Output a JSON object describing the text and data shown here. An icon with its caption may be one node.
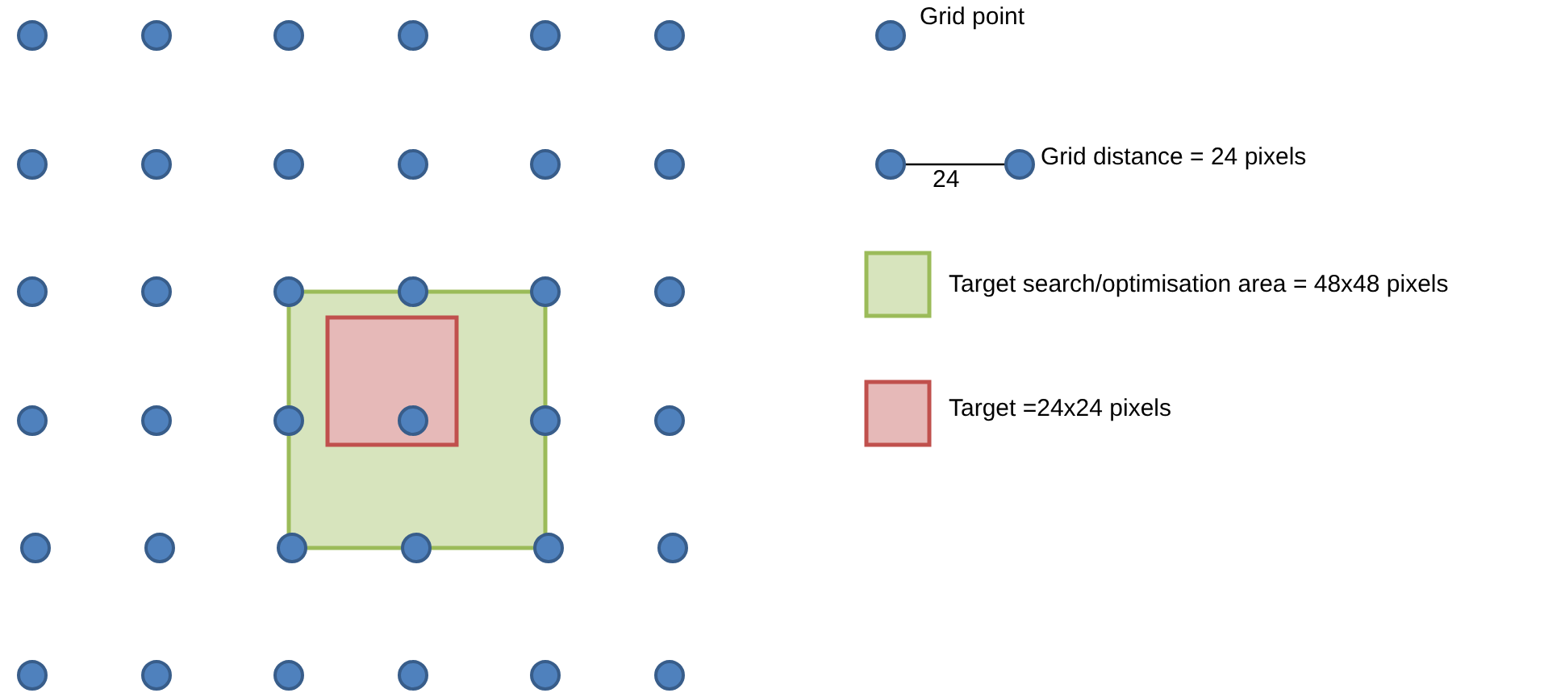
{
  "diagram": {
    "labels": [
      "24"
    ],
    "legend": [
      {
        "text": "Grid point"
      },
      {
        "text": "Grid distance = 24 pixels"
      },
      {
        "text": "Target search/optimisation area = 48x48 pixels",
        "color": "#d7e4bd"
      },
      {
        "text": "Target =24x24 pixels",
        "color": "#e6b9b8"
      }
    ]
  }
}
